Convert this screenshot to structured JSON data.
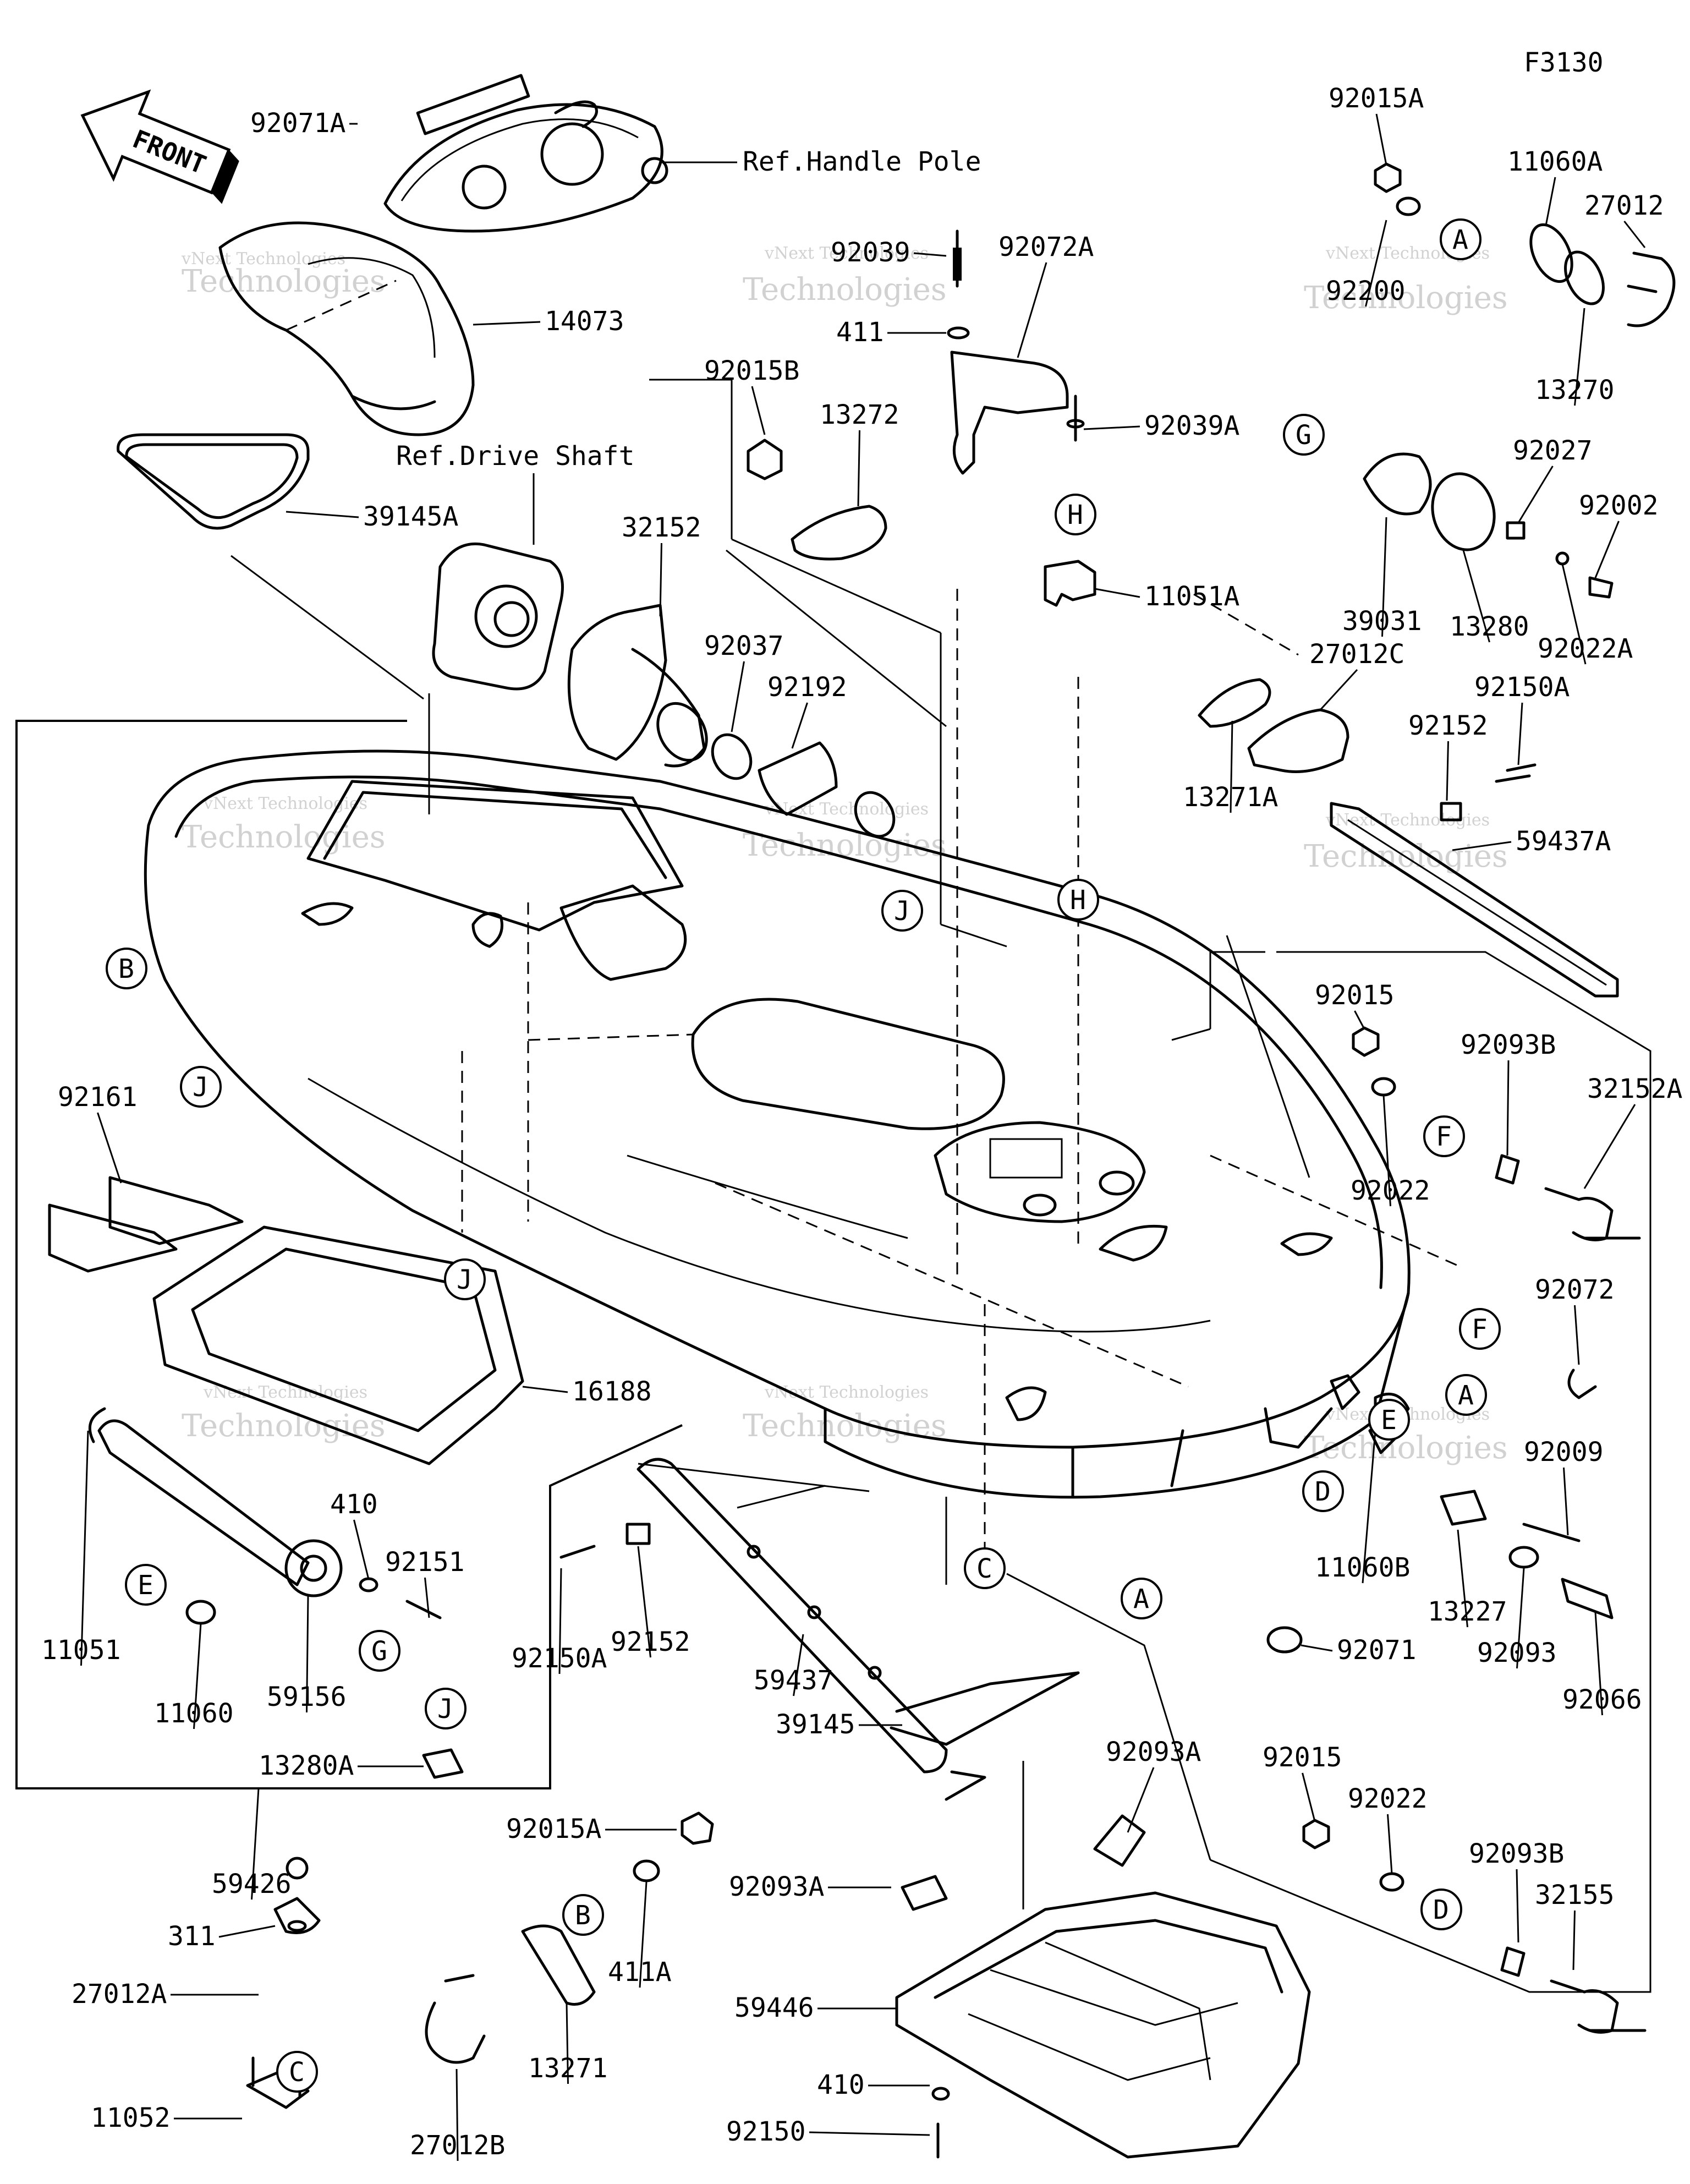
{
  "figure_code": "F3130",
  "front_arrow": "FRONT",
  "references": {
    "handle_pole": "Ref.Handle Pole",
    "drive_shaft": "Ref.Drive Shaft"
  },
  "watermark": {
    "line1": "vNext Technologies",
    "line2": "Technologies"
  },
  "callouts": [
    "A",
    "B",
    "C",
    "D",
    "E",
    "F",
    "G",
    "H",
    "J"
  ],
  "parts": [
    "92071A",
    "14073",
    "92002",
    "39145A",
    "32152",
    "92037",
    "92192",
    "92039",
    "92072A",
    "411",
    "92015B",
    "13272",
    "92039A",
    "11051A",
    "92015A",
    "11060A",
    "27012",
    "92200",
    "13270",
    "39031",
    "13280",
    "92027",
    "92022A",
    "27012C",
    "13271A",
    "92150A",
    "92152",
    "59437A",
    "92015",
    "92093B",
    "32152A",
    "92022",
    "92072",
    "92009",
    "11060B",
    "13227",
    "92093",
    "92066",
    "92071",
    "92161",
    "16188",
    "410",
    "92151",
    "11051",
    "11060",
    "59156",
    "13280A",
    "59426",
    "59437",
    "39145",
    "311",
    "27012A",
    "11052",
    "411A",
    "13271",
    "27012B",
    "92093A",
    "59446",
    "92150",
    "32155"
  ]
}
